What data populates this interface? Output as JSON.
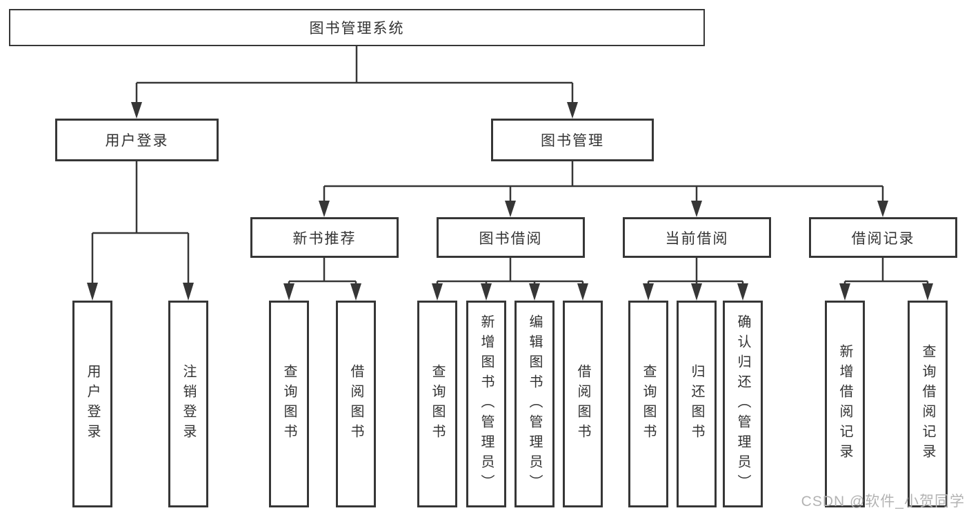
{
  "diagram": {
    "root": {
      "label": "图书管理系统"
    },
    "branches": {
      "user_login": {
        "label": "用户登录",
        "children": [
          "用户登录",
          "注销登录"
        ]
      },
      "book_management": {
        "label": "图书管理",
        "sections": {
          "new_book_recommend": {
            "label": "新书推荐",
            "children": [
              "查询图书",
              "借阅图书"
            ]
          },
          "book_borrowing": {
            "label": "图书借阅",
            "children": [
              "查询图书",
              "新增图书（管理员）",
              "编辑图书（管理员）",
              "借阅图书"
            ]
          },
          "current_borrowing": {
            "label": "当前借阅",
            "children": [
              "查询图书",
              "归还图书",
              "确认归还（管理员）"
            ]
          },
          "borrowing_records": {
            "label": "借阅记录",
            "children": [
              "新增借阅记录",
              "查询借阅记录"
            ]
          }
        }
      }
    }
  },
  "watermark": {
    "text": "CSDN @软件_小贺同学"
  },
  "colors": {
    "line": "#363636",
    "box_border": "#363636",
    "text": "#333333",
    "watermark": "#b3b3b3",
    "background": "#ffffff"
  }
}
